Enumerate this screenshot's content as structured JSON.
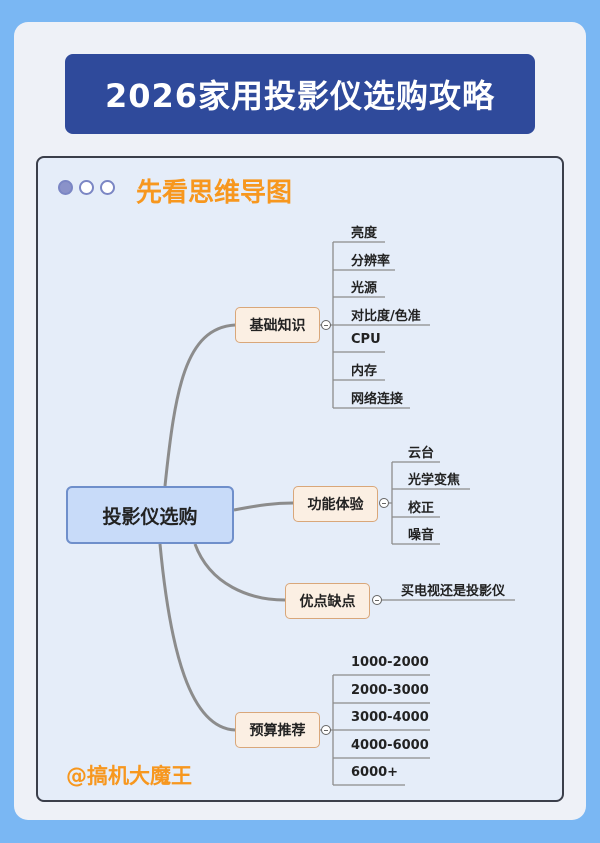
{
  "header": {
    "title": "2026家用投影仪选购攻略"
  },
  "section": {
    "subtitle": "先看思维导图"
  },
  "mindmap": {
    "root": "投影仪选购",
    "branches": [
      {
        "label": "基础知识",
        "leaves": [
          "亮度",
          "分辨率",
          "光源",
          "对比度/色准",
          "CPU",
          "内存",
          "网络连接"
        ]
      },
      {
        "label": "功能体验",
        "leaves": [
          "云台",
          "光学变焦",
          "校正",
          "噪音"
        ]
      },
      {
        "label": "优点缺点",
        "leaves": [
          "买电视还是投影仪"
        ]
      },
      {
        "label": "预算推荐",
        "leaves": [
          "1000-2000",
          "2000-3000",
          "3000-4000",
          "4000-6000",
          "6000+"
        ]
      }
    ]
  },
  "footer": {
    "handle": "@搞机大魔王"
  },
  "colors": {
    "background": "#7ab7f3",
    "title_bar": "#2f4a9b",
    "accent_orange": "#f7971e",
    "root_fill": "#c8dbf9",
    "branch_fill": "#fbefe3"
  }
}
